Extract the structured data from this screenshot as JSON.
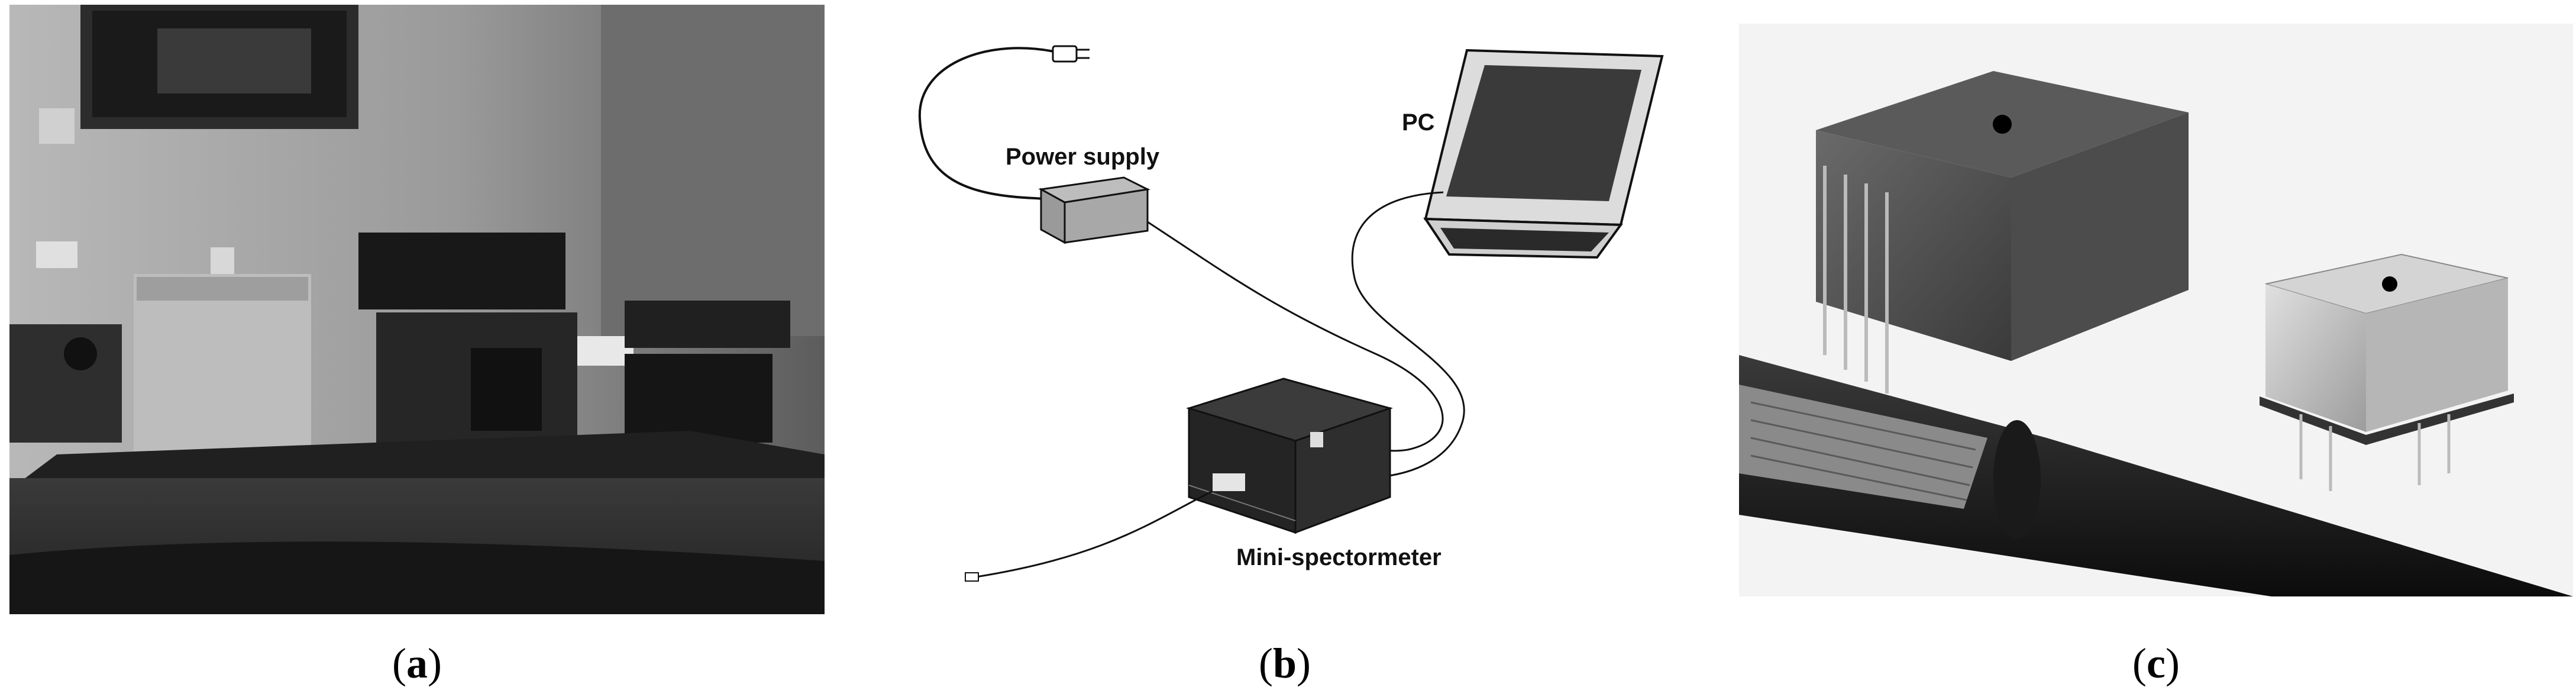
{
  "panels": [
    {
      "id": "a",
      "caption_open": "(",
      "caption_letter": "a",
      "caption_close": ")",
      "kind": "photograph",
      "tone": "grayscale"
    },
    {
      "id": "b",
      "caption_open": "(",
      "caption_letter": "b",
      "caption_close": ")",
      "kind": "schematic",
      "labels": {
        "power_supply": "Power supply",
        "pc": "PC",
        "mini_spectrometer": "Mini-spectormeter"
      }
    },
    {
      "id": "c",
      "caption_open": "(",
      "caption_letter": "c",
      "caption_close": ")",
      "kind": "photograph",
      "tone": "grayscale"
    }
  ]
}
